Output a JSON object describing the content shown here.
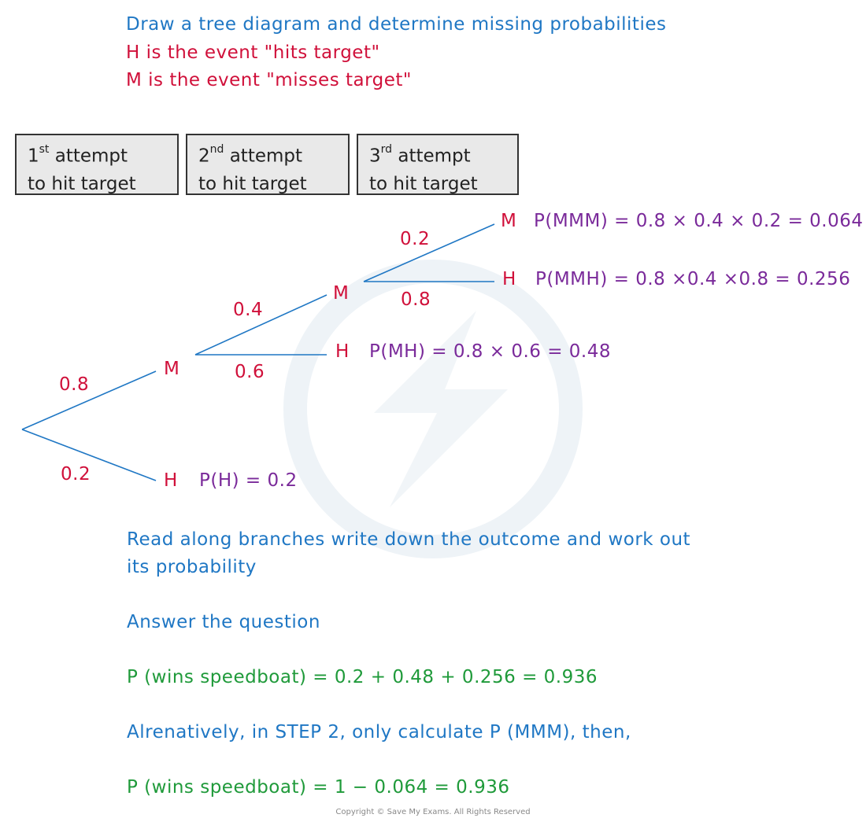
{
  "header": {
    "line1": "Draw a tree diagram and determine missing probabilities",
    "line2": "H is the event \"hits target\"",
    "line3": "M is the event \"misses target\""
  },
  "columns": [
    {
      "num": "1",
      "sup": "st",
      "word": " attempt",
      "line2": "to hit target"
    },
    {
      "num": "2",
      "sup": "nd",
      "word": " attempt",
      "line2": "to hit target"
    },
    {
      "num": "3",
      "sup": "rd",
      "word": " attempt",
      "line2": "to hit target"
    }
  ],
  "tree": {
    "branch_probs": {
      "a_M": "0.8",
      "a_H": "0.2",
      "b_M": "0.4",
      "b_H": "0.6",
      "c_M": "0.2",
      "c_H": "0.8"
    },
    "nodes": {
      "n1M": "M",
      "n1H": "H",
      "n2M": "M",
      "n2H": "H",
      "n3M": "M",
      "n3H": "H"
    },
    "outcomes": {
      "MMM": "P(MMM) = 0.8 × 0.4 × 0.2 = 0.064",
      "MMH": "P(MMH) = 0.8 ×0.4 ×0.8 = 0.256",
      "MH": "P(MH) = 0.8 × 0.6  = 0.48",
      "H": "P(H) = 0.2"
    }
  },
  "steps": {
    "read_line1": "Read along branches write down the outcome and work out",
    "read_line2": "its probability",
    "answer": "Answer the question",
    "calc1": "P (wins speedboat) = 0.2  +  0.48  +  0.256 = 0.936",
    "alt": "Alrenatively, in STEP 2, only calculate P (MMM), then,",
    "calc2": "P (wins speedboat) = 1  −  0.064 = 0.936"
  },
  "copyright": "Copyright © Save My Exams. All Rights Reserved",
  "colors": {
    "blue": "#1f77c4",
    "red": "#d0103a",
    "purple": "#7a2a9a",
    "green": "#1f9a3a"
  }
}
